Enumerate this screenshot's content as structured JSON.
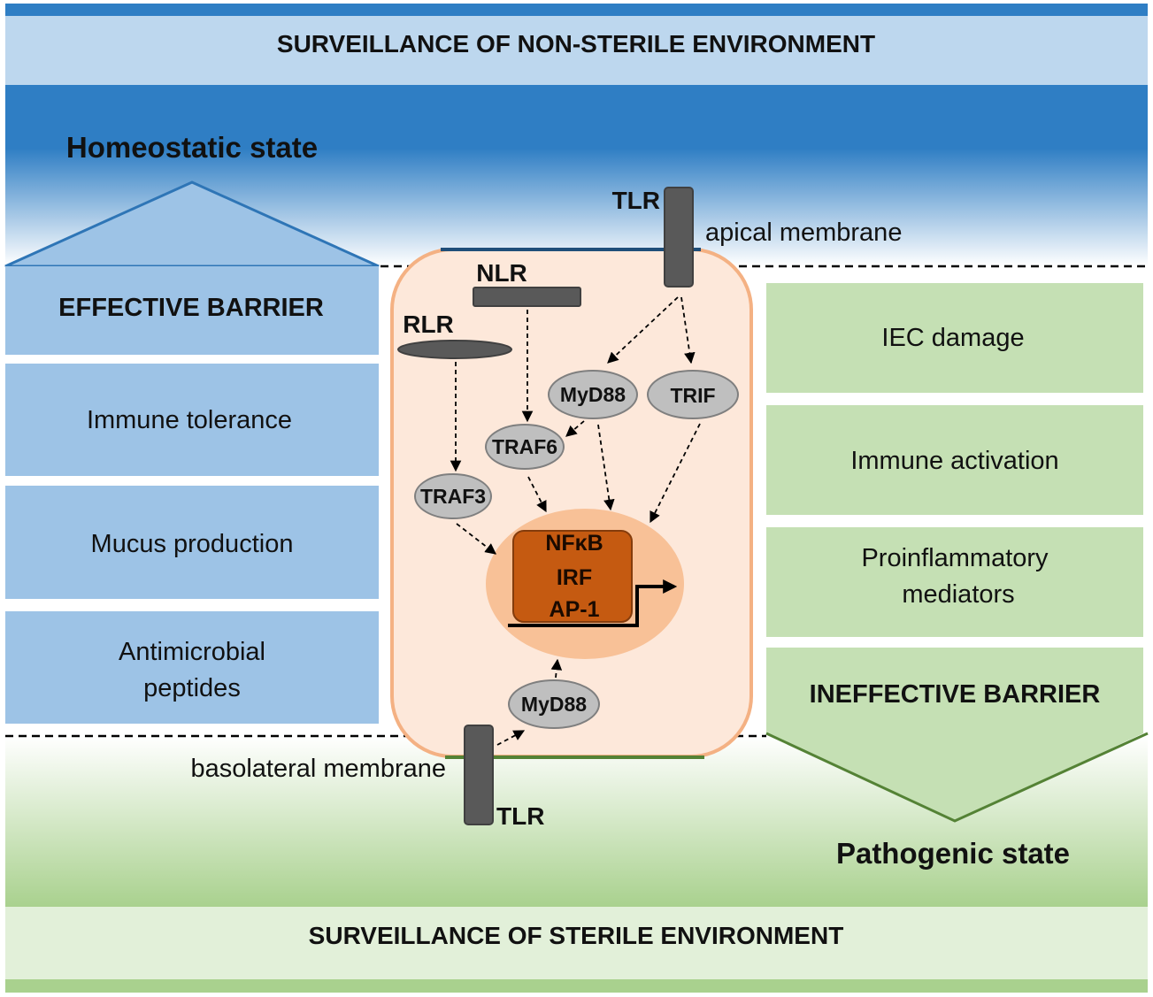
{
  "banners": {
    "top": "SURVEILLANCE OF NON-STERILE ENVIRONMENT",
    "bottom": "SURVEILLANCE OF STERILE ENVIRONMENT"
  },
  "states": {
    "homeostatic": "Homeostatic state",
    "pathogenic": "Pathogenic state"
  },
  "left_panel": {
    "heading": "EFFECTIVE BARRIER",
    "items": [
      "Immune tolerance",
      "Mucus production",
      "Antimicrobial",
      "peptides"
    ]
  },
  "right_panel": {
    "items": [
      "IEC damage",
      "Immune activation",
      "Proinflammatory",
      "mediators"
    ],
    "heading": "INEFFECTIVE BARRIER"
  },
  "membranes": {
    "apical": "apical membrane",
    "basolateral": "basolateral membrane"
  },
  "receptors": {
    "tlr_apical": "TLR",
    "tlr_basolateral": "TLR",
    "nlr": "NLR",
    "rlr": "RLR"
  },
  "adaptors": {
    "myd88_top": "MyD88",
    "trif": "TRIF",
    "traf6": "TRAF6",
    "traf3": "TRAF3",
    "myd88_bottom": "MyD88"
  },
  "transcription_factors": [
    "NFκB",
    "IRF",
    "AP-1"
  ],
  "colors": {
    "dark_blue": "#2f7ec4",
    "light_blue": "#bdd7ee",
    "panel_blue": "#9dc3e6",
    "panel_green": "#c5e0b4",
    "cell_fill": "#fde8da",
    "cell_border": "#f4b183",
    "nucleus": "#f8c197",
    "tf_box": "#c55a11",
    "receptor_gray": "#595959",
    "adaptor_gray": "#bfbfbf"
  }
}
